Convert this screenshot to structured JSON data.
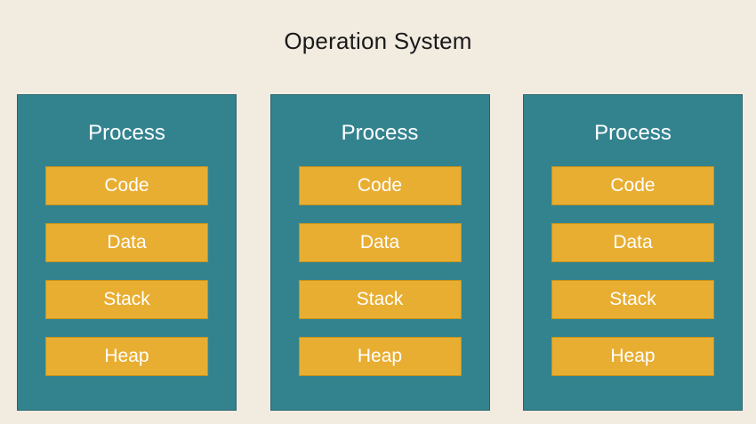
{
  "diagram": {
    "title": "Operation System",
    "background_color": "#F2EBE0",
    "title_color": "#1A1A1A",
    "process_box_color": "#33838F",
    "process_box_border_color": "#2A6670",
    "segment_color": "#E8AE32",
    "segment_border_color": "#C8931E",
    "segment_text_color": "#FFFFFF",
    "process_heading_color": "#FFFFFF",
    "processes": [
      {
        "heading": "Process",
        "segments": [
          {
            "label": "Code"
          },
          {
            "label": "Data"
          },
          {
            "label": "Stack"
          },
          {
            "label": "Heap"
          }
        ]
      },
      {
        "heading": "Process",
        "segments": [
          {
            "label": "Code"
          },
          {
            "label": "Data"
          },
          {
            "label": "Stack"
          },
          {
            "label": "Heap"
          }
        ]
      },
      {
        "heading": "Process",
        "segments": [
          {
            "label": "Code"
          },
          {
            "label": "Data"
          },
          {
            "label": "Stack"
          },
          {
            "label": "Heap"
          }
        ]
      }
    ]
  }
}
